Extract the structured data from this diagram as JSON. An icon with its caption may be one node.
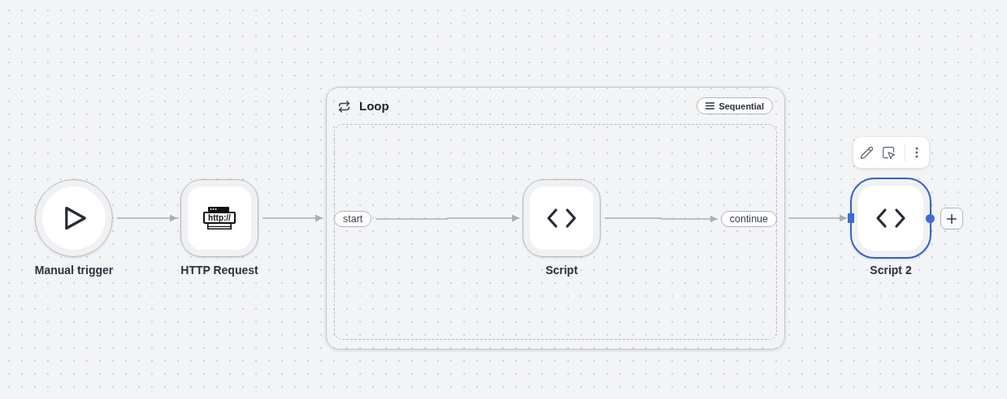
{
  "diagram": {
    "nodes": [
      {
        "text": [
          "Manual trigger"
        ]
      },
      {
        "text": [
          "http://",
          "HTTP Request"
        ]
      },
      {
        "text": [
          "Loop",
          "Sequential"
        ]
      },
      {
        "text": [],
        "shape": "box",
        "in": 2
      },
      {
        "text": [
          "start"
        ],
        "in": 3
      },
      {
        "text": [
          "Script"
        ],
        "in": 3
      },
      {
        "text": [
          "continue"
        ],
        "in": 3
      },
      {
        "text": [
          "Script 2"
        ]
      }
    ],
    "edges": [
      {
        "from": 0,
        "to": 1,
        "arrow": "to"
      },
      {
        "from": 1,
        "to": 2,
        "arrow": "to"
      },
      {
        "from": 4,
        "to": 5,
        "arrow": "to"
      },
      {
        "from": 5,
        "to": 6,
        "arrow": "to"
      },
      {
        "from": 2,
        "to": 7,
        "arrow": "to"
      }
    ]
  }
}
